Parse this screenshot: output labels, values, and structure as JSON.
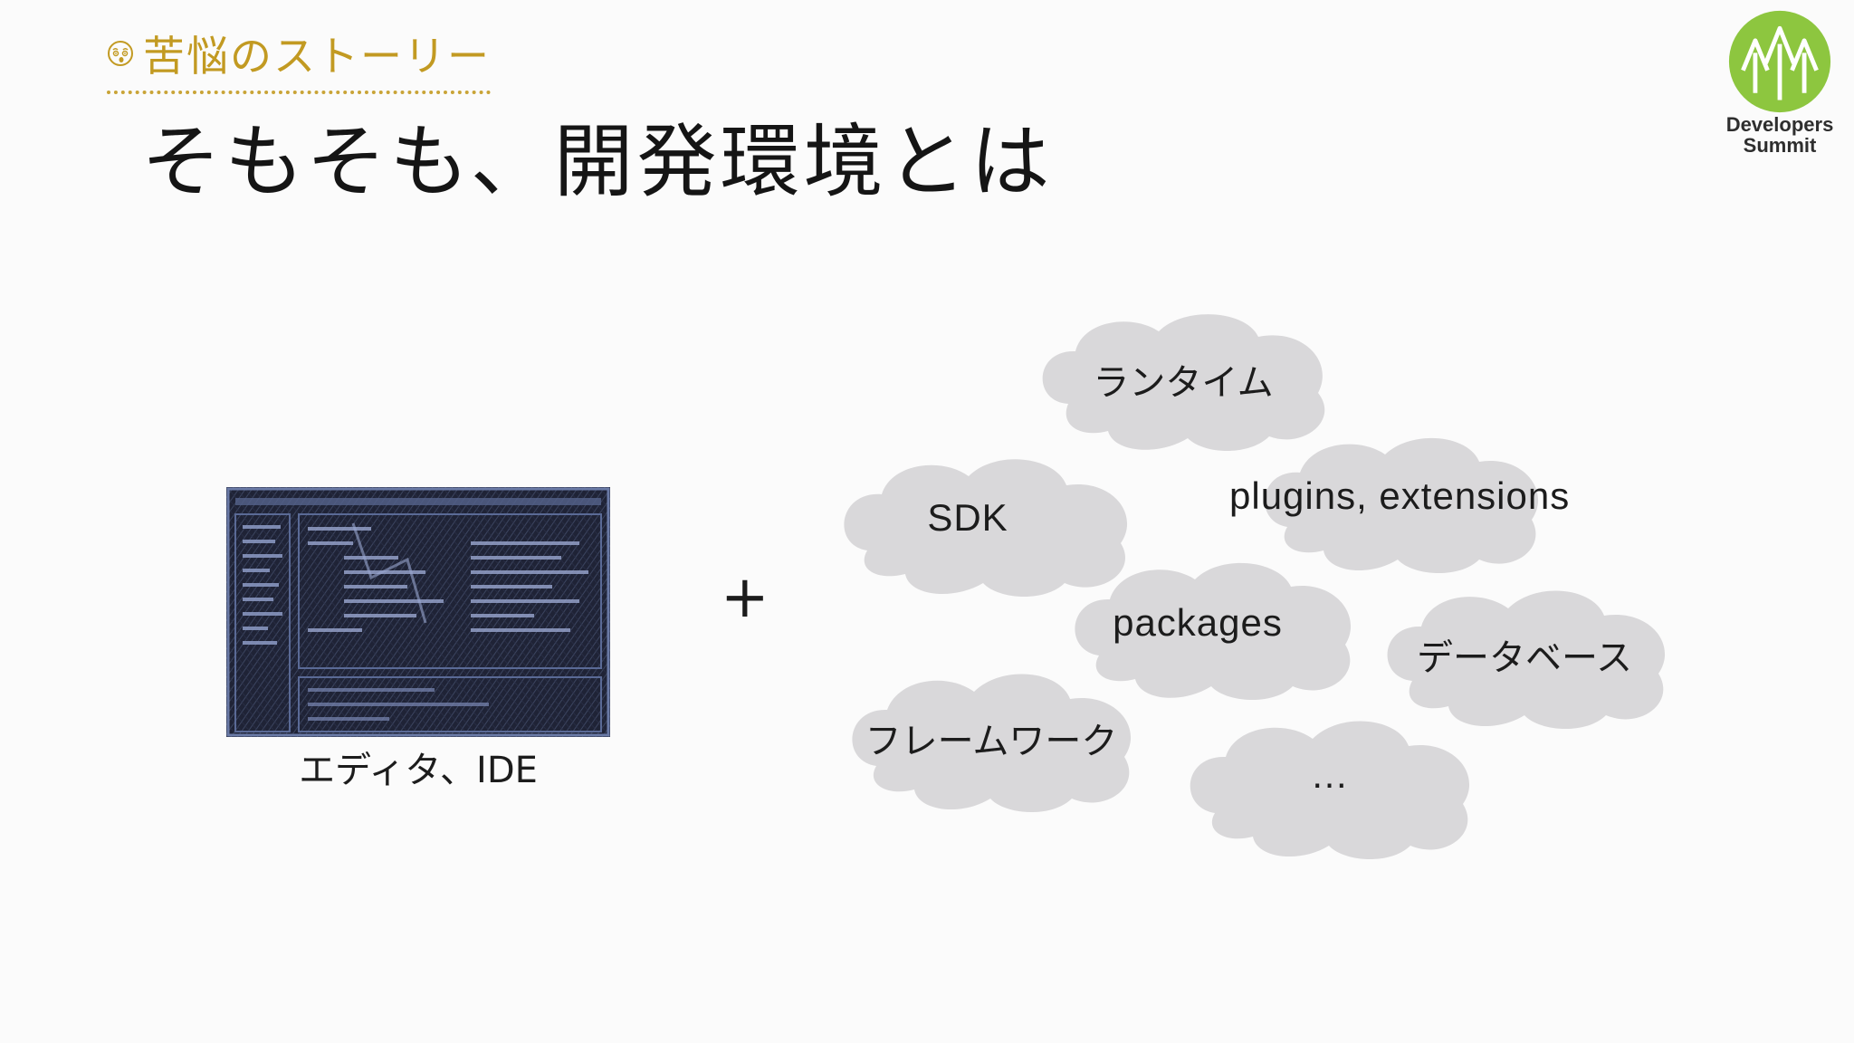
{
  "header": {
    "section_label": "苦悩のストーリー",
    "section_icon": "worried-face-icon",
    "title": "そもそも、開発環境とは"
  },
  "brand": {
    "line1": "Developers",
    "line2": "Summit",
    "logo_icon": "trees-logo-icon",
    "accent_color": "#8dc63f"
  },
  "editor": {
    "caption": "エディタ、IDE",
    "illustration_icon": "code-editor-sketch-icon"
  },
  "operator": "+",
  "clouds": {
    "runtime": "ランタイム",
    "sdk": "SDK",
    "plugins": "plugins, extensions",
    "packages": "packages",
    "database": "データベース",
    "framework": "フレームワーク",
    "more": "…"
  },
  "colors": {
    "section_accent": "#c29a22",
    "cloud_fill": "#d9d8da",
    "editor_bg": "#1f2336"
  }
}
